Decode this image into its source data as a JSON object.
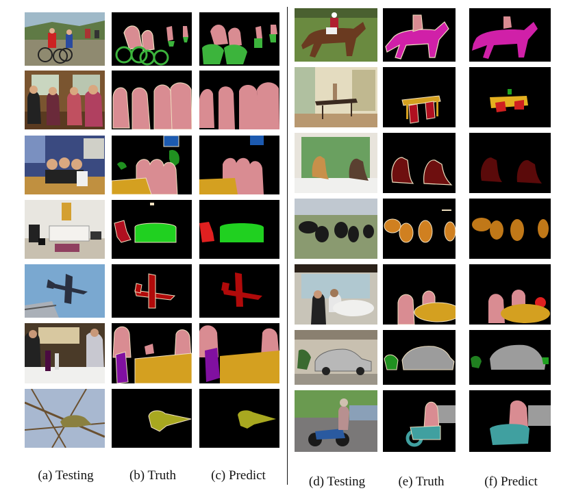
{
  "captions": {
    "a": "(a) Testing",
    "b": "(b) Truth",
    "c": "(c) Predict",
    "d": "(d) Testing",
    "e": "(e) Truth",
    "f": "(f) Predict"
  },
  "colors": {
    "background_mask": "#000000",
    "person": "#d98c92",
    "bicycle": "#3cb43c",
    "motorbike": "#40a0a0",
    "horse": "#d020a8",
    "chair": "#b01020",
    "table": "#d4a020",
    "sofa": "#20d020",
    "tvmonitor": "#1c5ab0",
    "plant": "#209020",
    "aeroplane": "#b00a0a",
    "sheep": "#d08020",
    "car": "#9c9c9c",
    "bird": "#a8a820",
    "bottle": "#8010a0",
    "cat": "#6e0f0f",
    "boundary": "#f0e0c0"
  }
}
